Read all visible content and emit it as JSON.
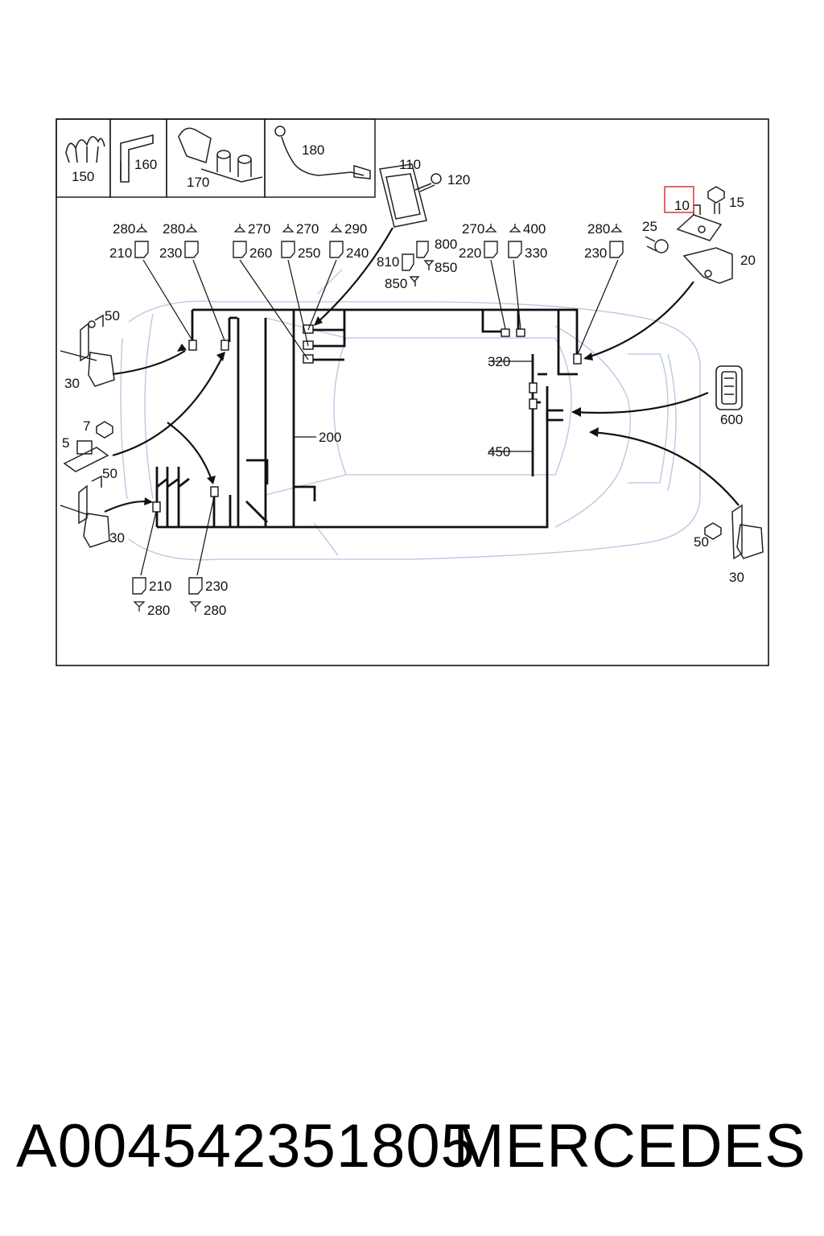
{
  "inset_labels": [
    "150",
    "160",
    "170",
    "180"
  ],
  "callouts": {
    "c110": "110",
    "c120": "120",
    "c10": "10",
    "c15": "15",
    "c25": "25",
    "c20": "20",
    "c800": "800",
    "c810": "810",
    "c850a": "850",
    "c850b": "850",
    "c50a": "50",
    "c30a": "30",
    "c7": "7",
    "c5": "5",
    "c50b": "50",
    "c30b": "30",
    "c50c": "50",
    "c30c": "30",
    "c600": "600",
    "c200": "200",
    "c320": "320",
    "c450": "450"
  },
  "connector_groups": [
    {
      "top": "280",
      "bottom": "210"
    },
    {
      "top": "280",
      "bottom": "230"
    },
    {
      "top": "270",
      "bottom": "260"
    },
    {
      "top": "270",
      "bottom": "250"
    },
    {
      "top": "290",
      "bottom": "240"
    },
    {
      "top": "270",
      "bottom": "220"
    },
    {
      "top": "400",
      "bottom": "330"
    },
    {
      "top": "280",
      "bottom": "230"
    }
  ],
  "bottom_connectors": [
    {
      "top": "210",
      "bottom": "280"
    },
    {
      "top": "230",
      "bottom": "280"
    }
  ],
  "highlight_color": "#e0404a",
  "car_outline_color": "#b8c4e0",
  "footer": {
    "part_number": "A004542351805",
    "brand": "MERCEDES"
  }
}
